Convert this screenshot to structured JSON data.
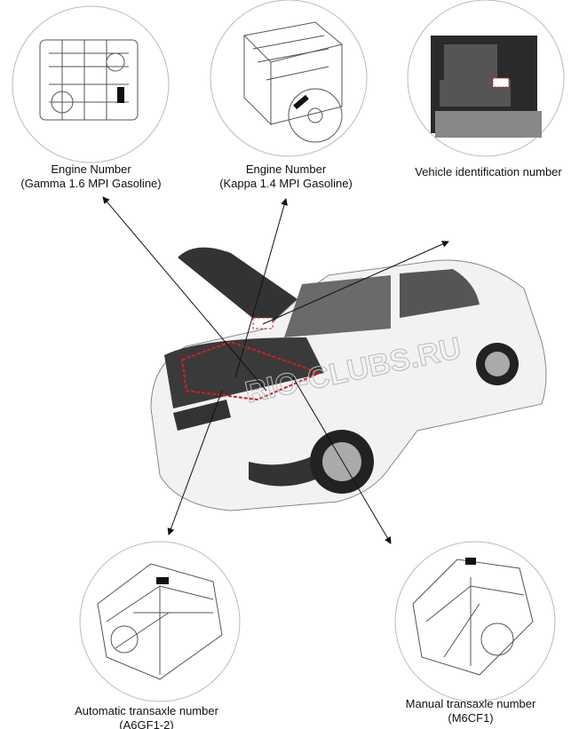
{
  "labels": {
    "gamma": {
      "line1": "Engine Number",
      "line2": "(Gamma 1.6 MPI Gasoline)"
    },
    "kappa": {
      "line1": "Engine Number",
      "line2": "(Kappa 1.4 MPI Gasoline)"
    },
    "vin": {
      "line1": "Vehicle identification number"
    },
    "auto": {
      "line1": "Automatic transaxle number",
      "line2": "(A6GF1-2)"
    },
    "manual": {
      "line1": "Manual transaxle number",
      "line2": "(M6CF1)"
    }
  },
  "watermark": "RIO-CLUBS.RU",
  "colors": {
    "marker": "#cc2222",
    "outline": "#888888",
    "arrow": "#111111"
  }
}
